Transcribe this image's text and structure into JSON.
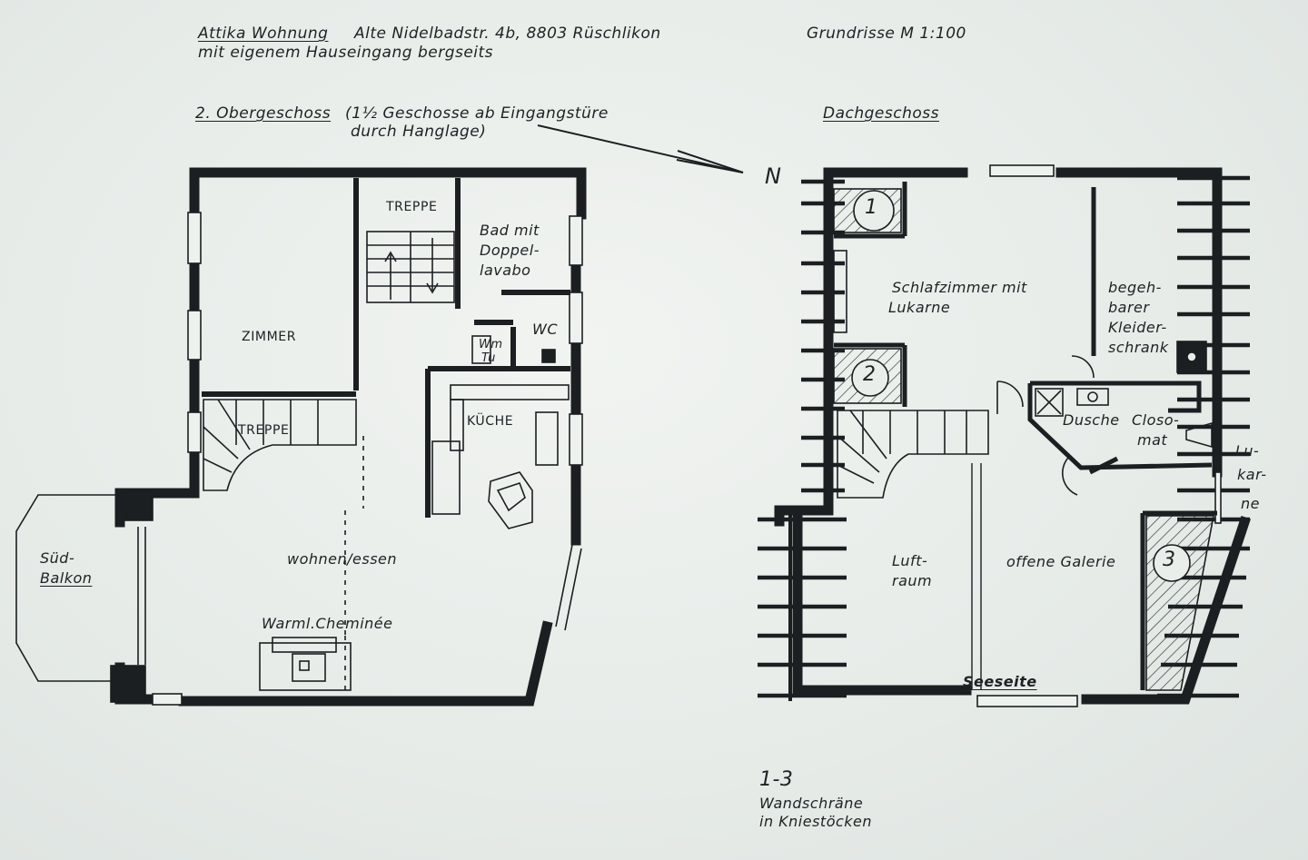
{
  "header": {
    "title": "Attika Wohnung",
    "address": "Alte Nidelbadstr. 4b, 8803 Rüschlikon",
    "subtitle": "mit eigenem Hauseingang bergseits",
    "scale": "Grundrisse M 1:100"
  },
  "floor2": {
    "title": "2. Obergeschoss",
    "note1": "(1½ Geschosse ab Eingangstüre",
    "note2": "durch Hanglage)",
    "rooms": {
      "treppe_top": "TREPPE",
      "bad_1": "Bad mit",
      "bad_2": "Doppel-",
      "bad_3": "lavabo",
      "wc": "WC",
      "wm_1": "Wm",
      "wm_2": "Tu",
      "zimmer": "ZIMMER",
      "treppe_bottom": "TREPPE",
      "kueche": "KÜCHE",
      "balkon_1": "Süd-",
      "balkon_2": "Balkon",
      "wohnen": "wohnen/essen",
      "cheminee": "Warml.Cheminée"
    }
  },
  "attic": {
    "title": "Dachgeschoss",
    "north": "N",
    "rooms": {
      "schlaf_1": "Schlafzimmer mit",
      "schlaf_2": "Lukarne",
      "kleider_1": "begeh-",
      "kleider_2": "barer",
      "kleider_3": "Kleider-",
      "kleider_4": "schrank",
      "dusche": "Dusche",
      "closo_1": "Closo-",
      "closo_2": "mat",
      "lukarne_1": "Lu-",
      "lukarne_2": "kar-",
      "lukarne_3": "ne",
      "luft_1": "Luft-",
      "luft_2": "raum",
      "galerie": "offene Galerie",
      "seeseite": "Seeseite",
      "num_1": "1",
      "num_2": "2",
      "num_3": "3"
    }
  },
  "legend": {
    "range": "1-3",
    "line1": "Wandschräne",
    "line2": "in Kniestöcken"
  }
}
